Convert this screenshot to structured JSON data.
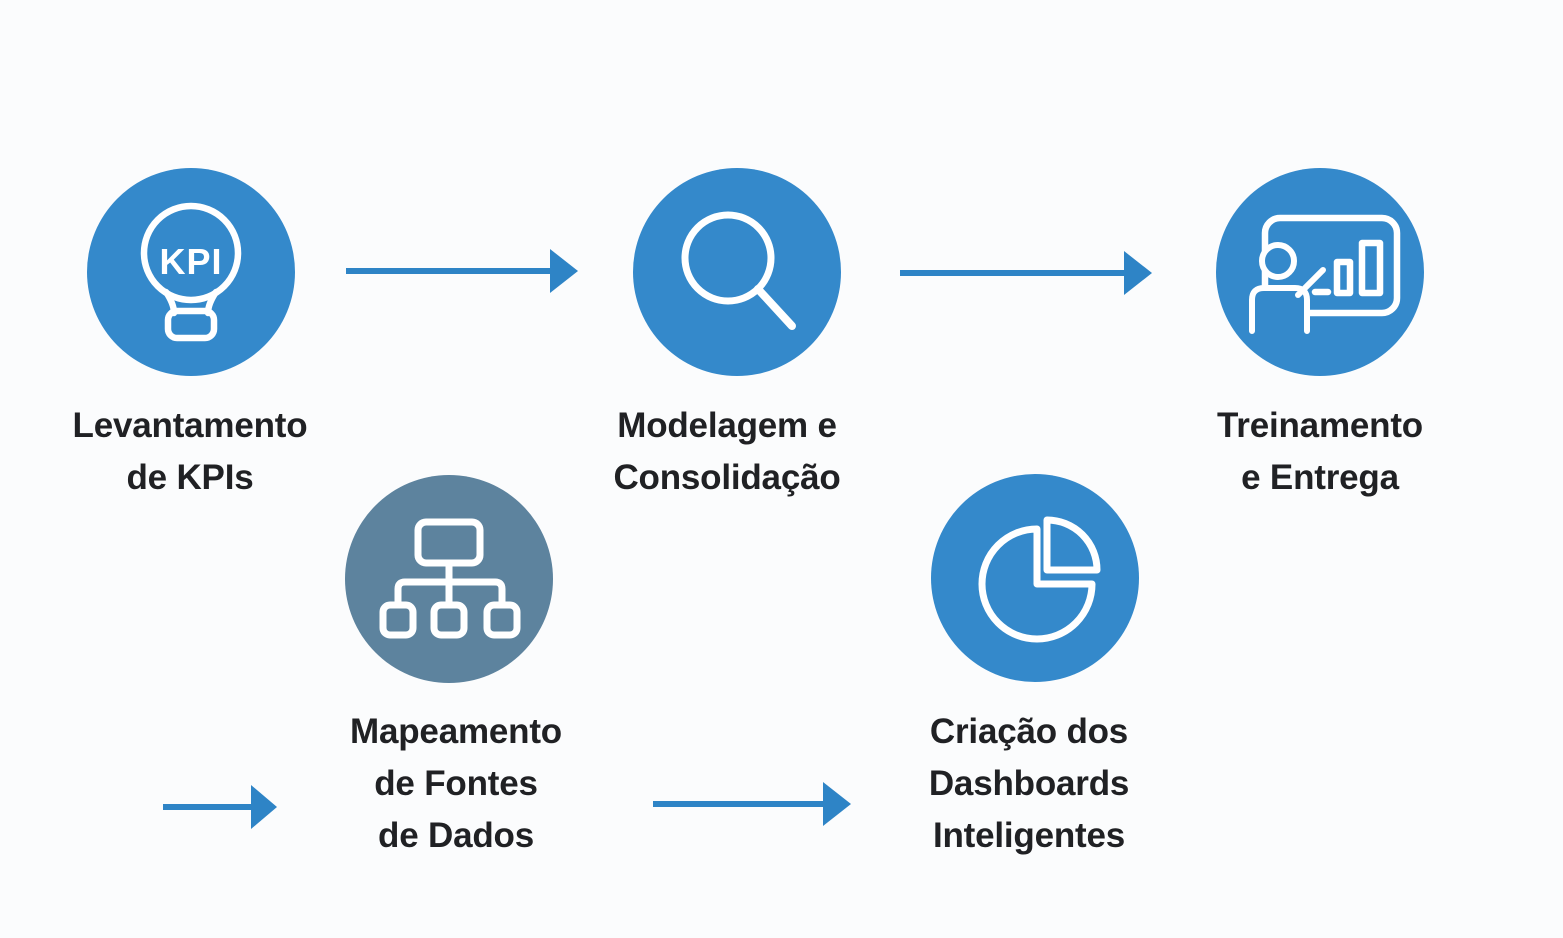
{
  "colors": {
    "background": "#fbfcfd",
    "node_blue": "#3489cb",
    "node_slate": "#5d839e",
    "arrow_blue": "#2e84c6",
    "icon_stroke": "#ffffff",
    "label_text": "#202124"
  },
  "steps": [
    {
      "id": "levantamento-kpis",
      "label": "Levantamento\nde KPIs",
      "icon": "kpi-lightbulb-icon",
      "icon_text": "KPI"
    },
    {
      "id": "mapeamento-fontes-dados",
      "label": "Mapeamento\nde Fontes\nde Dados",
      "icon": "sitemap-icon"
    },
    {
      "id": "modelagem-consolidacao",
      "label": "Modelagem e\nConsolidação",
      "icon": "magnifier-icon"
    },
    {
      "id": "criacao-dashboards",
      "label": "Criação dos\nDashboards\nInteligentes",
      "icon": "pie-chart-icon"
    },
    {
      "id": "treinamento-entrega",
      "label": "Treinamento\ne Entrega",
      "icon": "presentation-chart-icon"
    }
  ]
}
